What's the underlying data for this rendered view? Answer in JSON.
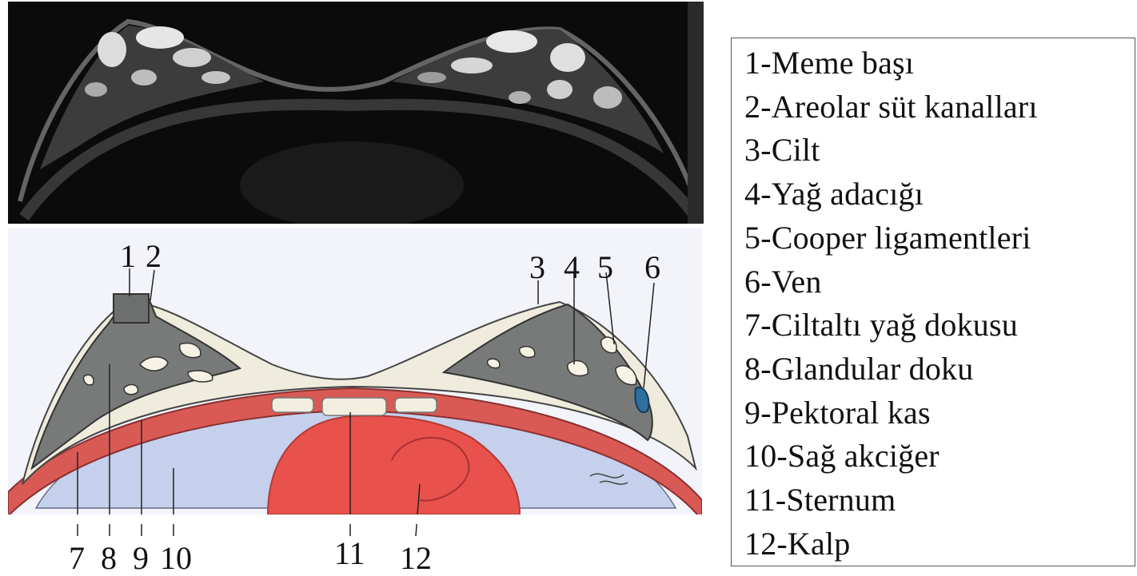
{
  "diagram_numbers": {
    "top": [
      "1",
      "2",
      "3",
      "4",
      "5",
      "6"
    ],
    "bottom": [
      "7",
      "8",
      "9",
      "10",
      "11",
      "12"
    ]
  },
  "legend": {
    "items": [
      "1-Meme başı",
      "2-Areolar süt kanalları",
      "3-Cilt",
      "4-Yağ adacığı",
      "5-Cooper ligamentleri",
      "6-Ven",
      "7-Ciltaltı yağ dokusu",
      "8-Glandular doku",
      "9-Pektoral kas",
      "10-Sağ akciğer",
      "11-Sternum",
      "12-Kalp"
    ]
  },
  "colors": {
    "glandular": "#777a79",
    "fat": "#efecdd",
    "muscle": "#d95a55",
    "lung": "#c4d0ec",
    "heart": "#e8514c",
    "vein": "#2f6f9e",
    "mri_background": "#0b0b0b"
  }
}
